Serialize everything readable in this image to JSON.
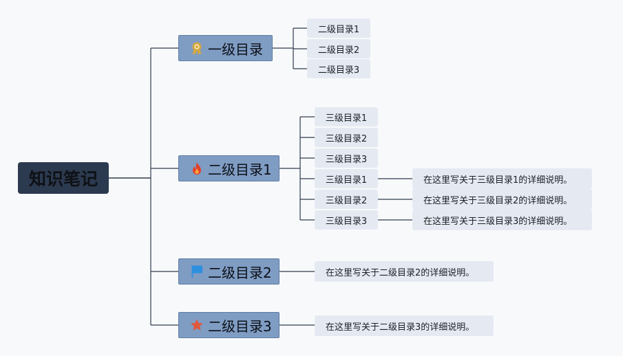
{
  "mindmap": {
    "root": "知识笔记",
    "branch1": {
      "label": "一级目录",
      "icon": "award-ribbon-icon",
      "icon_color": "#d4a843",
      "children": [
        "二级目录1",
        "二级目录2",
        "二级目录3"
      ]
    },
    "branch2": {
      "label": "二级目录1",
      "icon": "fire-icon",
      "icon_color": "#e2412a",
      "children": [
        "三级目录1",
        "三级目录2",
        "三级目录3",
        "三级目录1",
        "三级目录2",
        "三级目录3"
      ],
      "details": [
        "在这里写关于三级目录1的详细说明。",
        "在这里写关于三级目录2的详细说明。",
        "在这里写关于三级目录3的详细说明。"
      ]
    },
    "branch3": {
      "label": "二级目录2",
      "icon": "flag-icon",
      "icon_color": "#2d8fe0",
      "detail": "在这里写关于二级目录2的详细说明。"
    },
    "branch4": {
      "label": "二级目录3",
      "icon": "star-icon",
      "icon_color": "#e0573b",
      "detail": "在这里写关于二级目录3的详细说明。"
    }
  },
  "colors": {
    "background": "#f8f9fb",
    "root_fill": "#2c3a50",
    "branch_fill": "#7f9cc3",
    "leaf_fill": "#e5eaf2",
    "connector": "#2f3b4d"
  }
}
